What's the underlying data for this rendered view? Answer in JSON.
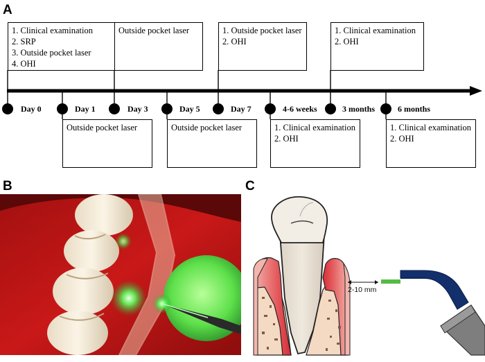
{
  "panels": {
    "a": "A",
    "b": "B",
    "c": "C"
  },
  "timeline": {
    "days": [
      {
        "label": "Day 0"
      },
      {
        "label": "Day 1"
      },
      {
        "label": "Day 3"
      },
      {
        "label": "Day 5"
      },
      {
        "label": "Day 7"
      },
      {
        "label": "4-6 weeks"
      },
      {
        "label": "3 months"
      },
      {
        "label": "6 months"
      }
    ],
    "boxes_above": [
      {
        "lines": [
          "1. Clinical examination",
          "2. SRP",
          "3. Outside pocket laser",
          "4. OHI"
        ]
      },
      {
        "lines": [
          "Outside pocket laser"
        ]
      },
      {
        "lines": [
          "1. Outside pocket laser",
          "2. OHI"
        ]
      },
      {
        "lines": [
          "1. Clinical examination",
          "2. OHI"
        ]
      }
    ],
    "boxes_below": [
      {
        "lines": [
          "Outside pocket laser"
        ]
      },
      {
        "lines": [
          "Outside pocket laser"
        ]
      },
      {
        "lines": [
          "1. Clinical examination",
          "2. OHI"
        ]
      },
      {
        "lines": [
          "1. Clinical examination",
          "2. OHI"
        ]
      }
    ]
  },
  "diagram_c": {
    "measure_label": "2-10 mm"
  },
  "colors": {
    "gum": "#dd3b40",
    "bone": "#f4d9c3",
    "laser_green": "#55bb44",
    "probe_blue": "#13306c",
    "handpiece_gray": "#7e7e7e",
    "photo_glow": "#3cff4a"
  }
}
